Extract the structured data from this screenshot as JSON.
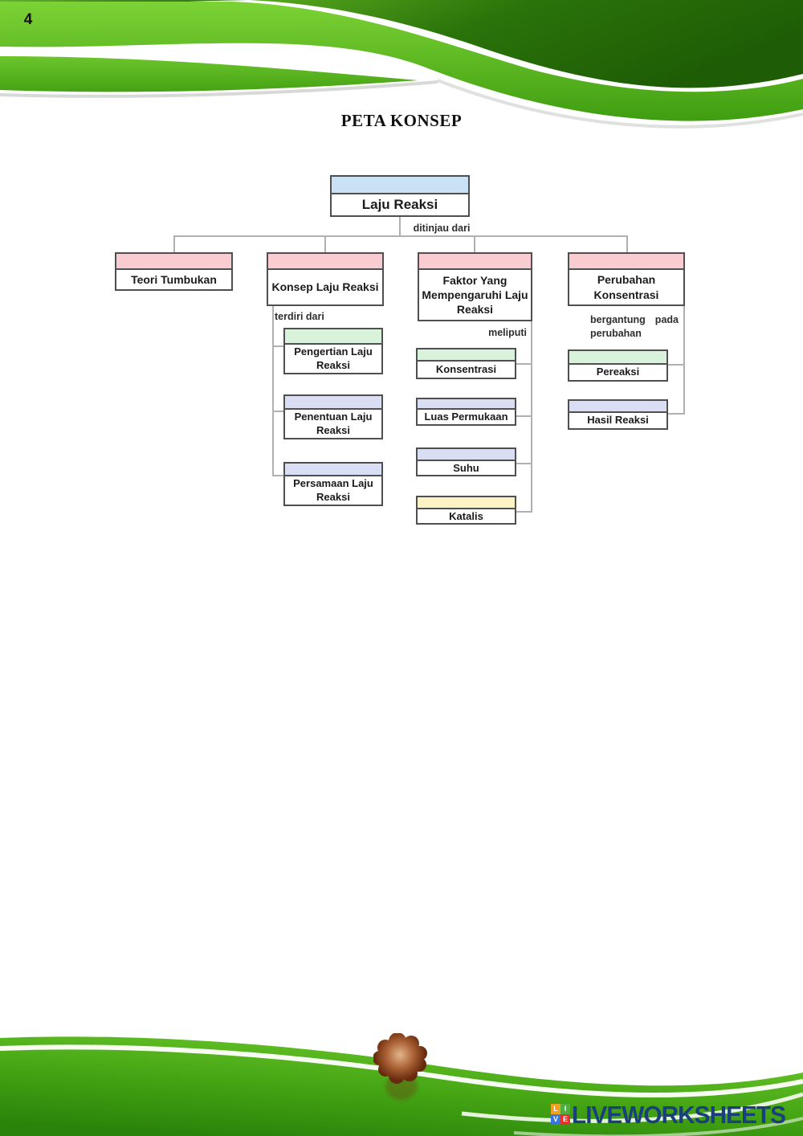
{
  "page": {
    "title": "PETA KONSEP",
    "page_number": "4"
  },
  "map": {
    "root": {
      "title": "Laju Reaksi",
      "relation": "ditinjau dari",
      "header_color": "#c9e2f5"
    },
    "branches": [
      {
        "title": "Teori Tumbukan",
        "header_color": "#f8ccd0"
      },
      {
        "title": "Konsep Laju Reaksi",
        "header_color": "#f8ccd0",
        "relation": "terdiri dari",
        "children": [
          {
            "title": "Pengertian Laju Reaksi",
            "header_color": "#d9f2dc"
          },
          {
            "title": "Penentuan Laju Reaksi",
            "header_color": "#d9def5"
          },
          {
            "title": "Persamaan Laju Reaksi",
            "header_color": "#d9def5"
          }
        ]
      },
      {
        "title": "Faktor Yang Mempengaruhi Laju Reaksi",
        "header_color": "#f8ccd0",
        "relation": "meliputi",
        "children": [
          {
            "title": "Konsentrasi",
            "header_color": "#d9f2dc"
          },
          {
            "title": "Luas Permukaan",
            "header_color": "#d9def5"
          },
          {
            "title": "Suhu",
            "header_color": "#d9def5"
          },
          {
            "title": "Katalis",
            "header_color": "#fcf3c5"
          }
        ]
      },
      {
        "title": "Perubahan Konsentrasi",
        "header_color": "#f8ccd0",
        "relation": "bergantung pada perubahan",
        "children": [
          {
            "title": "Pereaksi",
            "header_color": "#d9f2dc"
          },
          {
            "title": "Hasil Reaksi",
            "header_color": "#d9def5"
          }
        ]
      }
    ]
  },
  "footer": {
    "logo": {
      "text": "LIVEWORKSHEETS",
      "text_color": "#1a3f7d",
      "squares": [
        {
          "letter": "L",
          "color": "#f0a11e"
        },
        {
          "letter": "I",
          "color": "#4caf3e"
        },
        {
          "letter": "V",
          "color": "#3b77d8"
        },
        {
          "letter": "E",
          "color": "#e2342c"
        }
      ]
    }
  },
  "colors": {
    "header_blue": "#c9e2f5",
    "header_pink": "#f8ccd0",
    "header_green": "#d9f2dc",
    "header_lavender": "#d9def5",
    "header_yellow": "#fcf3c5",
    "box_border": "#4f4f4f",
    "connector_gray": "#b0b0b0",
    "wave_bright_green": "#55bb1f",
    "wave_dark_green": "#246b07",
    "cloud_brown": "#8a4a22"
  }
}
